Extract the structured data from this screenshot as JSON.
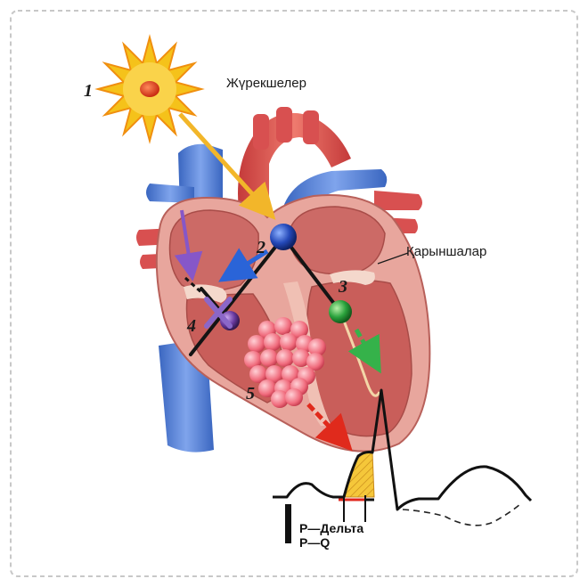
{
  "labels": {
    "atria": "Жүрекшелер",
    "ventricles": "Қарыншалар",
    "p_delta": "P—Дельта",
    "p_q": "P—Q"
  },
  "numbers": [
    "1",
    "2",
    "3",
    "4",
    "5"
  ],
  "colors": {
    "frame": "#c8c8c8",
    "sun": "#f5c21a",
    "sun_core": "#d9401e",
    "vena": "#4f7fd6",
    "aorta": "#d74848",
    "heart_wall": "#e7a39b",
    "heart_inner": "#c9605e",
    "node_blue": "#1e3ea8",
    "node_green": "#27a43a",
    "node_purple": "#6a3aa0",
    "arrow_yellow": "#f2b62a",
    "arrow_purple": "#8657c8",
    "arrow_blue": "#2a64d8",
    "arrow_green": "#35b24a",
    "arrow_red": "#e02a1c",
    "cluster": "#f07a88",
    "delta_fill": "#f5c73a",
    "baseline_red": "#e0261c"
  },
  "icons": [
    "sun-icon",
    "cross-mark-icon"
  ]
}
